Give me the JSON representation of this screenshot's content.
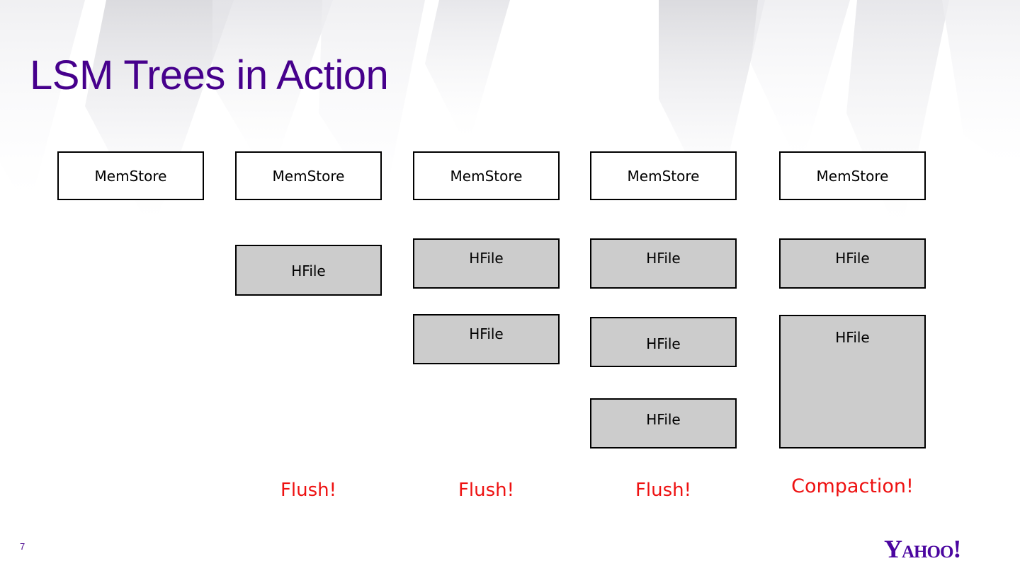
{
  "slide": {
    "title": "LSM Trees in Action",
    "page_number": "7",
    "brand": "Yahoo!",
    "title_color": "#46008c",
    "accent_red": "#ee1111",
    "hfile_fill": "#cccccc",
    "memstore_fill": "#ffffff",
    "border_color": "#000000"
  },
  "diagram": {
    "columns": [
      {
        "id": "stage-1",
        "memstore": {
          "label": "MemStore"
        },
        "hfiles": [],
        "caption": null
      },
      {
        "id": "stage-2",
        "memstore": {
          "label": "MemStore"
        },
        "hfiles": [
          {
            "label": "HFile"
          }
        ],
        "caption": "Flush!"
      },
      {
        "id": "stage-3",
        "memstore": {
          "label": "MemStore"
        },
        "hfiles": [
          {
            "label": "HFile"
          },
          {
            "label": "HFile"
          }
        ],
        "caption": "Flush!"
      },
      {
        "id": "stage-4",
        "memstore": {
          "label": "MemStore"
        },
        "hfiles": [
          {
            "label": "HFile"
          },
          {
            "label": "HFile"
          },
          {
            "label": "HFile"
          }
        ],
        "caption": "Flush!"
      },
      {
        "id": "stage-5",
        "memstore": {
          "label": "MemStore"
        },
        "hfiles": [
          {
            "label": "HFile"
          },
          {
            "label": "HFile"
          }
        ],
        "caption": "Compaction!"
      }
    ]
  }
}
